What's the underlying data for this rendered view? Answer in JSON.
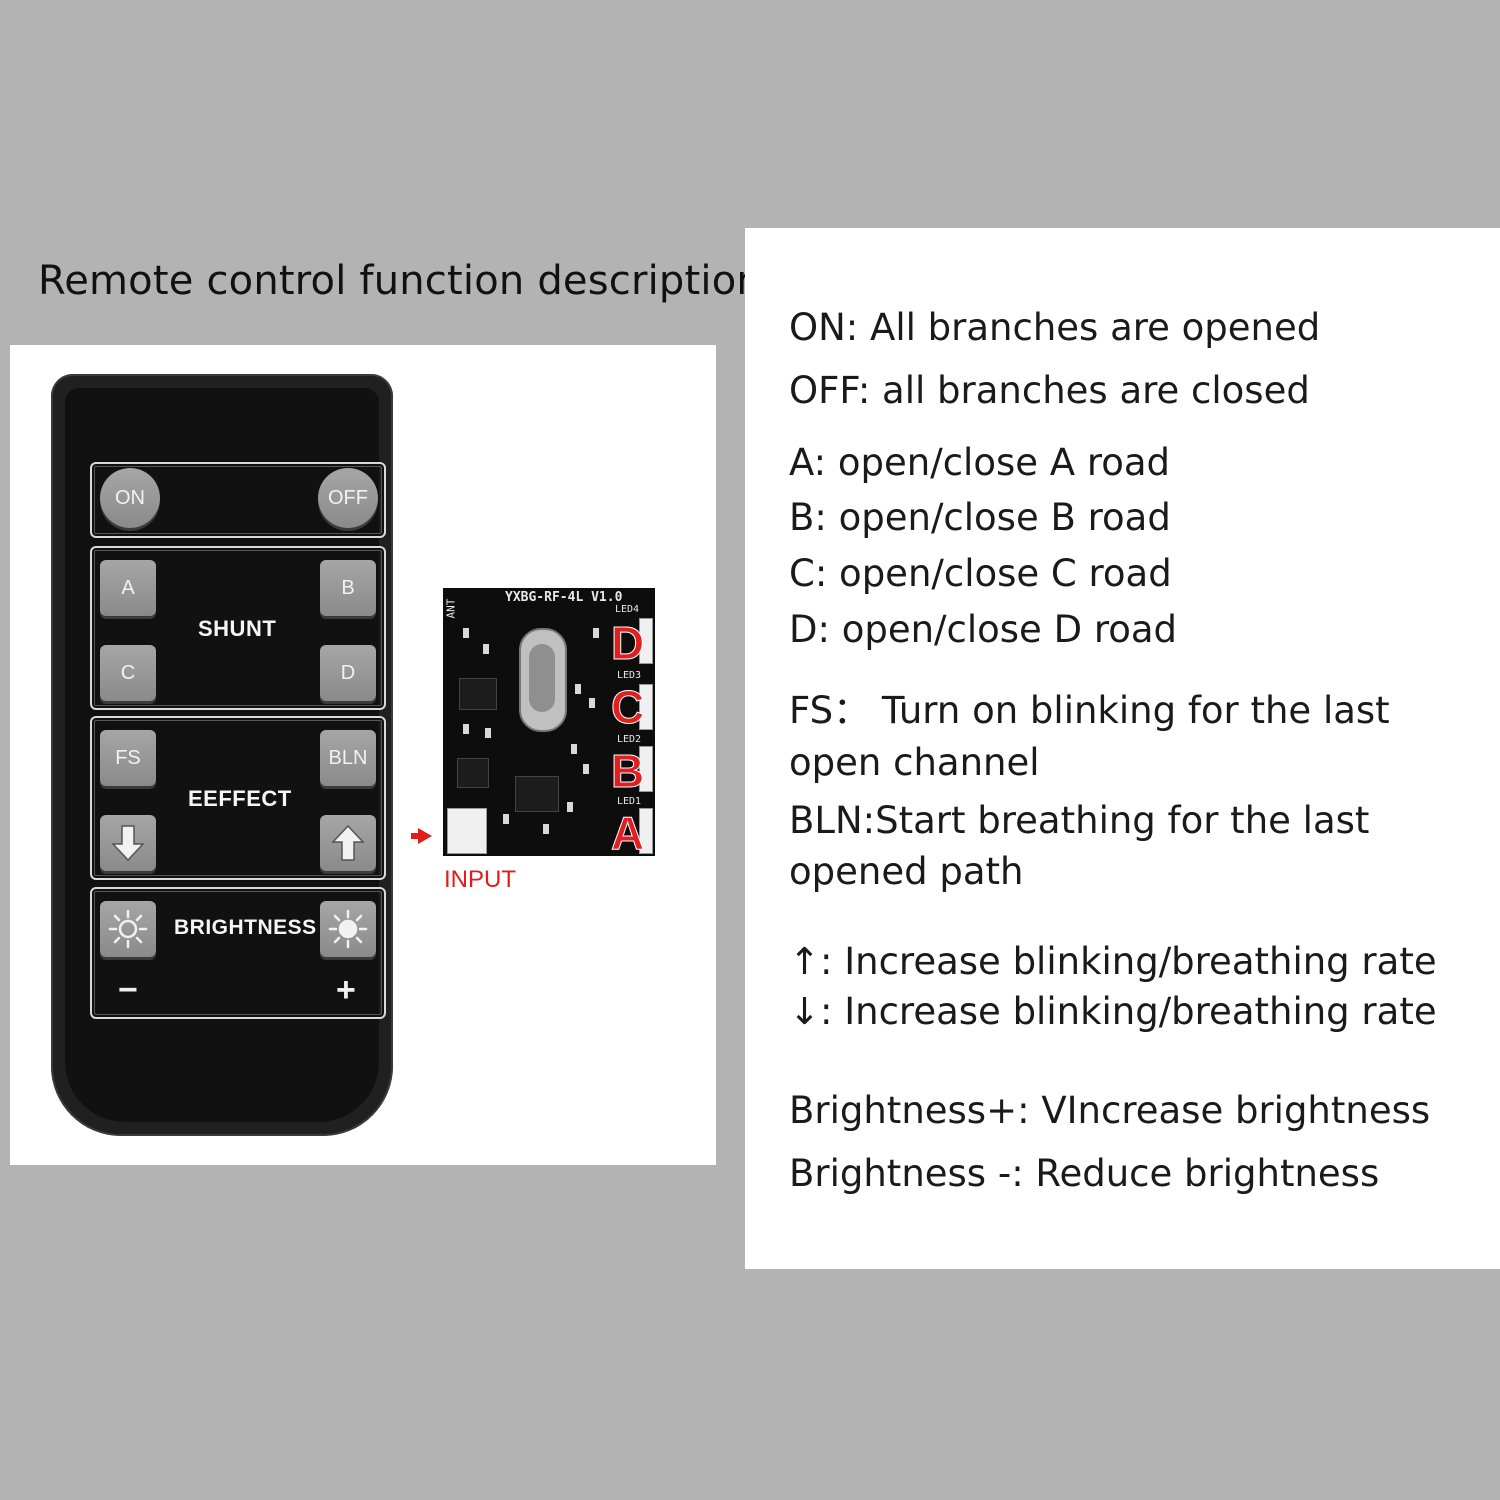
{
  "title": "Remote control function description",
  "remote": {
    "on_label": "ON",
    "off_label": "OFF",
    "shunt_label": "SHUNT",
    "a_label": "A",
    "b_label": "B",
    "c_label": "C",
    "d_label": "D",
    "effect_label": "EEFFECT",
    "fs_label": "FS",
    "bln_label": "BLN",
    "down_icon": "arrow-down-icon",
    "up_icon": "arrow-up-icon",
    "brightness_label": "BRIGHTNESS",
    "minus_label": "−",
    "plus_label": "+"
  },
  "board": {
    "model": "YXBG-RF-4L V1.0",
    "ant": "ANT",
    "led4": "LED4",
    "led3": "LED3",
    "led2": "LED2",
    "led1": "LED1",
    "letters": [
      "D",
      "C",
      "B",
      "A"
    ],
    "input_label": "INPUT"
  },
  "descriptions": {
    "on": "ON: All branches are opened",
    "off": "OFF: all branches are closed",
    "a": "A: open/close A road",
    "b": "B: open/close B road",
    "c": "C: open/close C road",
    "d": "D: open/close D road",
    "fs_line1": "FS： Turn on blinking for the last",
    "fs_line2": "open channel",
    "bln_line1": "BLN:Start breathing for the last",
    "bln_line2": "opened path",
    "up": "↑:  Increase blinking/breathing rate",
    "down": "↓:  Increase blinking/breathing rate",
    "bright_plus": "Brightness+: VIncrease brightness",
    "bright_minus": "Brightness -: Reduce brightness"
  },
  "colors": {
    "background": "#b3b3b3",
    "panel": "#ffffff",
    "remote_body": "#111111",
    "button": "#9a9a9a",
    "accent_red": "#e21b1b"
  }
}
